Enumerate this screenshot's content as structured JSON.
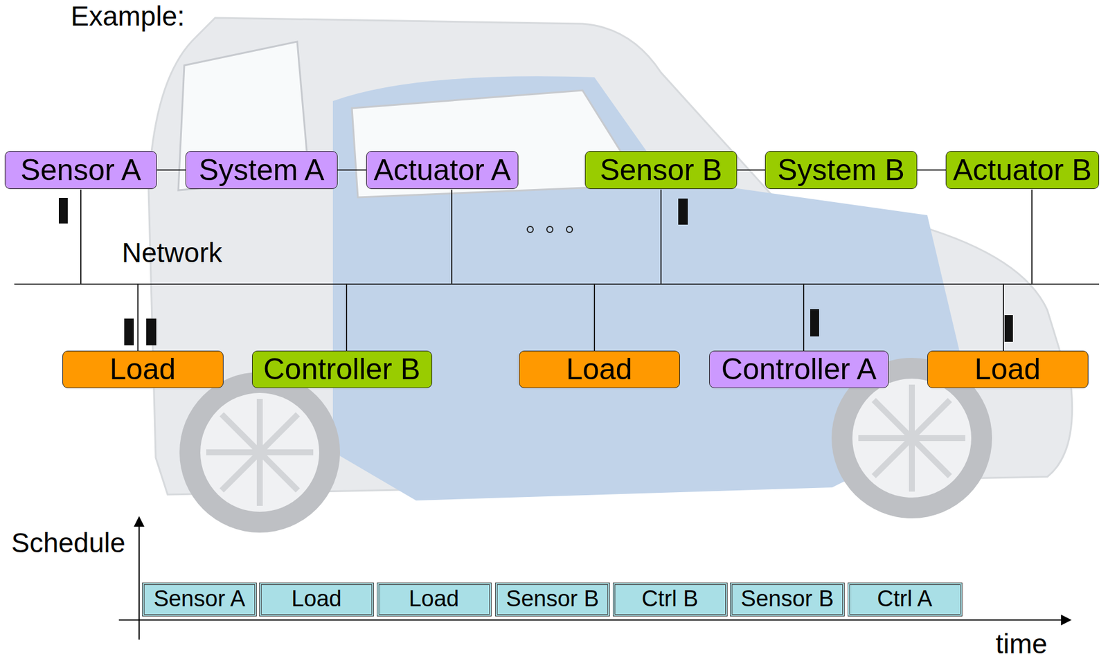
{
  "diagram": {
    "title": "Example:",
    "nodes": [
      {
        "text": [
          "Sensor A"
        ]
      },
      {
        "text": [
          "System A"
        ]
      },
      {
        "text": [
          "Actuator A"
        ]
      },
      {
        "text": [
          "Sensor B"
        ]
      },
      {
        "text": [
          "System B"
        ]
      },
      {
        "text": [
          "Actuator B"
        ]
      },
      {
        "text": [
          "Load"
        ]
      },
      {
        "text": [
          "Controller B"
        ]
      },
      {
        "text": [
          "Load"
        ]
      },
      {
        "text": [
          "Controller A"
        ]
      },
      {
        "text": [
          "Load"
        ]
      },
      {
        "text": [
          "Sensor A"
        ]
      },
      {
        "text": [
          "Load"
        ]
      },
      {
        "text": [
          "Load"
        ]
      },
      {
        "text": [
          "Sensor B"
        ]
      },
      {
        "text": [
          "Ctrl B"
        ]
      },
      {
        "text": [
          "Sensor B"
        ]
      },
      {
        "text": [
          "Ctrl A"
        ]
      }
    ],
    "edges": [
      {
        "from": 0,
        "to": 1,
        "arrow": "none"
      },
      {
        "from": 1,
        "to": 2,
        "arrow": "none"
      },
      {
        "from": 3,
        "to": 4,
        "arrow": "none"
      },
      {
        "from": 4,
        "to": 5,
        "arrow": "none"
      }
    ],
    "labels": [
      "Network",
      "Schedule",
      "time"
    ]
  }
}
